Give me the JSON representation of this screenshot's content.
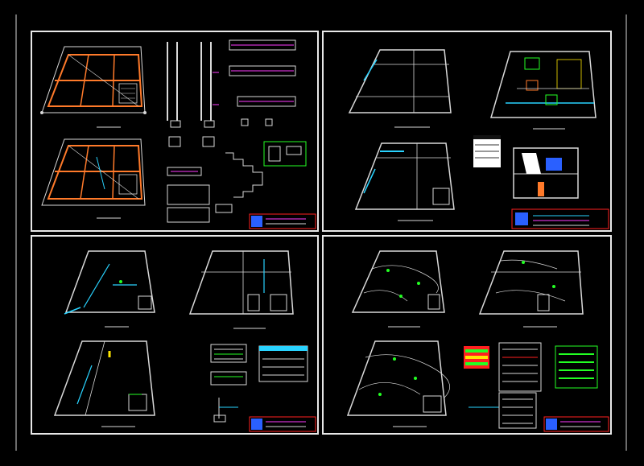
{
  "app": {
    "title": ""
  },
  "colors": {
    "background": "#000000",
    "frame": "#e8e8e8",
    "line": "#d9d9d9",
    "orange": "#ff7a2a",
    "cyan": "#29d3ff",
    "green": "#23ff23",
    "magenta": "#ff3cff",
    "red": "#ff2020",
    "yellow": "#ffe600",
    "blue": "#2a60ff"
  },
  "sheets": [
    {
      "id": "structural",
      "content": "structural-plans"
    },
    {
      "id": "architecture",
      "content": "architecture-plans"
    },
    {
      "id": "sanitary",
      "content": "sanitary-plans"
    },
    {
      "id": "electrical",
      "content": "electrical-plans"
    }
  ],
  "icons": {
    "title_block": "title-block-icon",
    "legend": "legend-table-icon"
  }
}
